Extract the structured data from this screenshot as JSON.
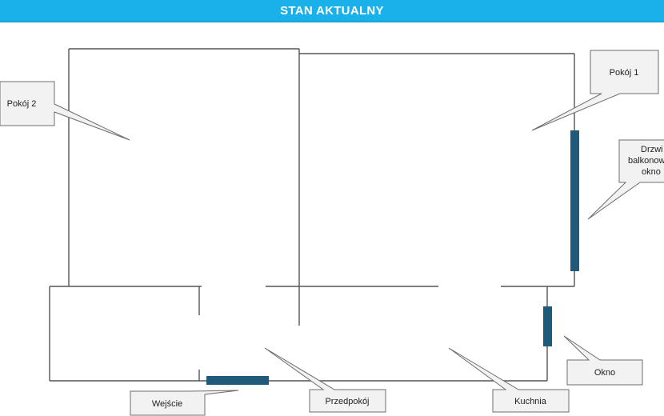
{
  "header": {
    "title": "STAN AKTUALNY"
  },
  "labels": {
    "pokoj1": "Pokój 1",
    "pokoj2": "Pokój 2",
    "drzwi_line1": "Drzwi",
    "drzwi_line2": "balkonowe",
    "drzwi_line3": "okno",
    "okno": "Okno",
    "wejscie": "Wejście",
    "przedpokoj": "Przedpokój",
    "kuchnia": "Kuchnia"
  },
  "colors": {
    "header_bg": "#1ab0ea",
    "wall": "#555555",
    "fixture": "#1f5a7a",
    "callout_fill": "#f2f2f2",
    "callout_stroke": "#6d6d6d"
  }
}
